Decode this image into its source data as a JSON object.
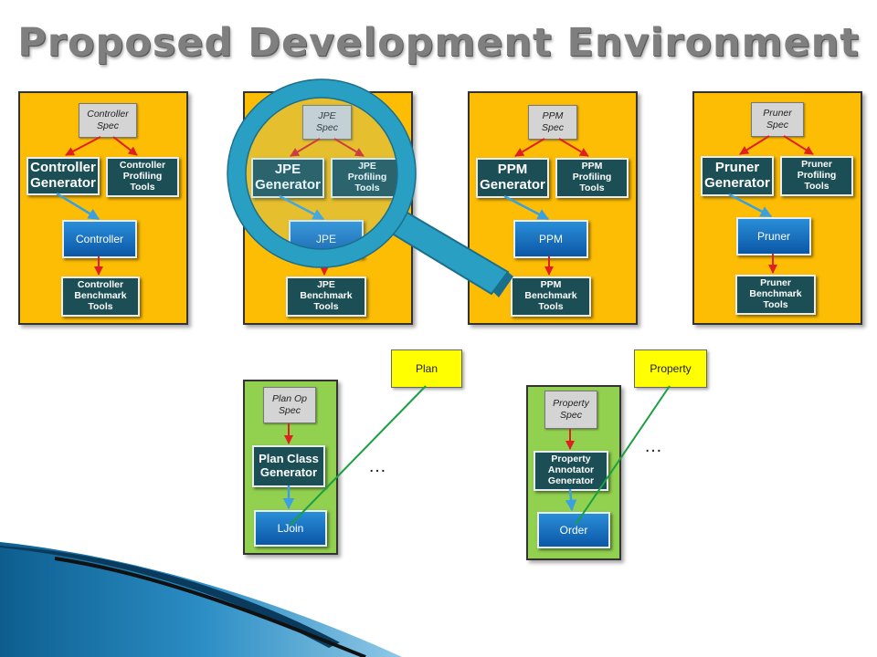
{
  "title": "Proposed Development Environment",
  "colors": {
    "component_panel": "#fdbd05",
    "extension_panel": "#92d050",
    "generator_box": "#1b4f55",
    "instance_box": "#1565b8",
    "note": "#ffff00",
    "flow_arrow": "#e02020",
    "generation_arrow": "#3aa0e0",
    "link_line": "#1aa040",
    "magnifier": "#2a9fc4"
  },
  "columns": [
    {
      "spec": "Controller\nSpec",
      "generator": "Controller\nGenerator",
      "profiling": "Controller\nProfiling\nTools",
      "instance": "Controller",
      "benchmark": "Controller\nBenchmark\nTools"
    },
    {
      "spec": "JPE\nSpec",
      "generator": "JPE\nGenerator",
      "profiling": "JPE\nProfiling\nTools",
      "instance": "JPE",
      "benchmark": "JPE\nBenchmark\nTools"
    },
    {
      "spec": "PPM\nSpec",
      "generator": "PPM\nGenerator",
      "profiling": "PPM\nProfiling\nTools",
      "instance": "PPM",
      "benchmark": "PPM\nBenchmark\nTools"
    },
    {
      "spec": "Pruner\nSpec",
      "generator": "Pruner\nGenerator",
      "profiling": "Pruner\nProfiling\nTools",
      "instance": "Pruner",
      "benchmark": "Pruner\nBenchmark\nTools"
    }
  ],
  "extensions": [
    {
      "spec": "Plan Op\nSpec",
      "generator": "Plan Class\nGenerator",
      "instance": "LJoin",
      "note": "Plan",
      "ellipsis": "…"
    },
    {
      "spec": "Property\nSpec",
      "generator": "Property\nAnnotator\nGenerator",
      "instance": "Order",
      "note": "Property",
      "ellipsis": "…"
    }
  ],
  "icons": {
    "magnifier": "magnifying-glass-icon"
  }
}
